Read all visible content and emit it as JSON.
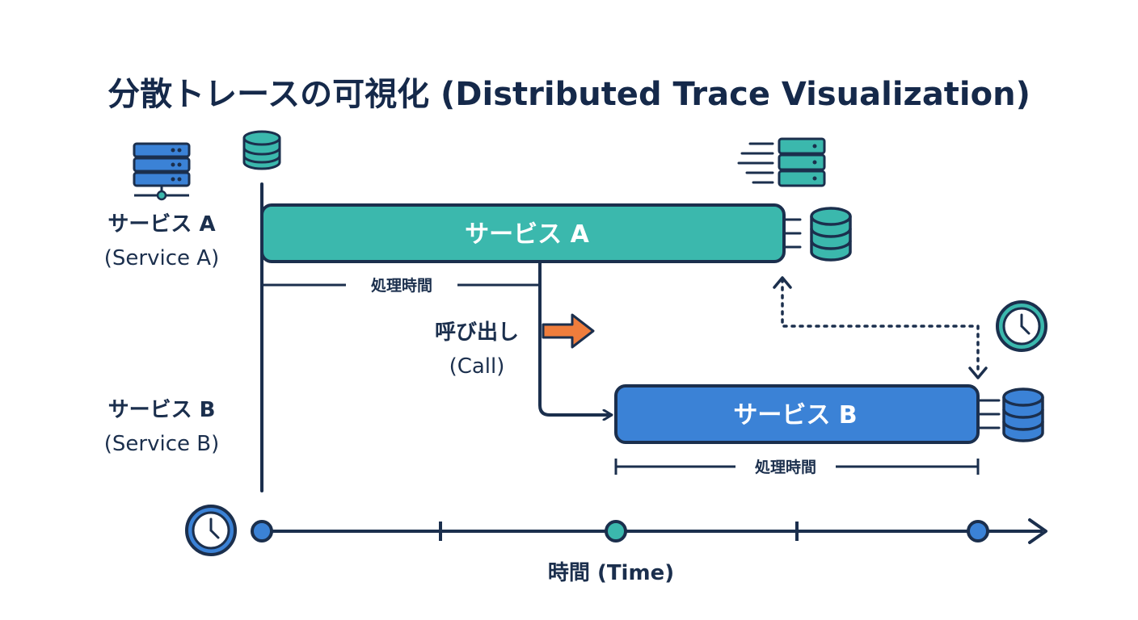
{
  "title": "分散トレースの可視化 (Distributed Trace Visualization)",
  "services": [
    {
      "name": "サービスA",
      "label_ja": "サービス A",
      "label_en": "(Service A)",
      "bar_label": "サービス A",
      "duration_label": "処理時間",
      "color": "#3bb8ad"
    },
    {
      "name": "サービスB",
      "label_ja": "サービス B",
      "label_en": "(Service B)",
      "bar_label": "サービス B",
      "duration_label": "処理時間",
      "color": "#3b82d6"
    }
  ],
  "call": {
    "label_ja": "呼び出し",
    "label_en": "(Call)",
    "arrow_color": "#ef7d3c"
  },
  "timeline": {
    "label": "時間 (Time)"
  },
  "colors": {
    "outline": "#1b2f4d",
    "teal": "#3bb8ad",
    "blue": "#3b82d6",
    "orange": "#ef7d3c"
  },
  "icons": [
    "server-icon",
    "database-icon",
    "server-motion-icon",
    "clock-icon"
  ]
}
